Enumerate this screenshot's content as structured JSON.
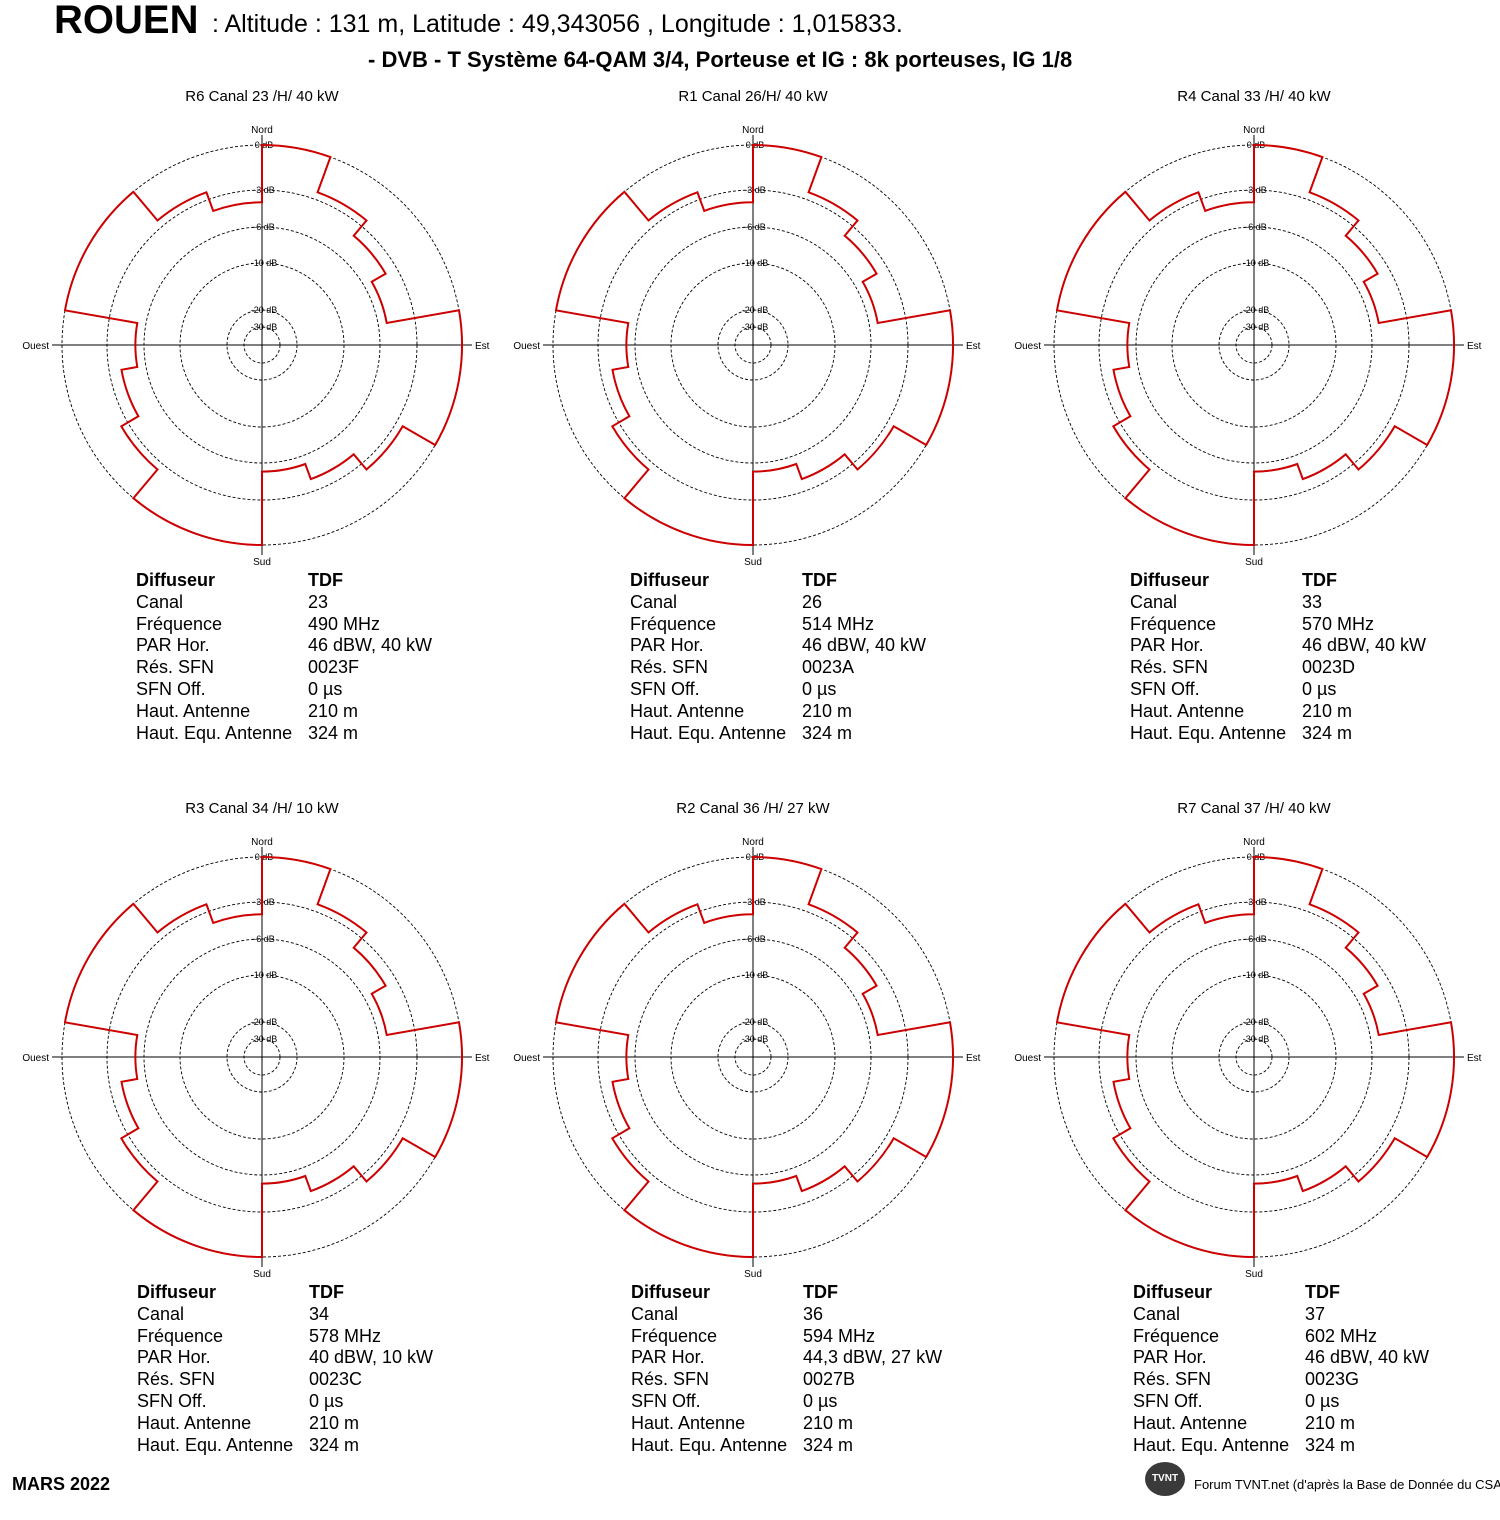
{
  "header": {
    "city": "ROUEN",
    "coords": ": Altitude : 131 m,  Latitude : 49,343056 , Longitude : 1,015833.",
    "system": "- DVB - T    Système 64-QAM 3/4,  Porteuse et IG : 8k porteuses, IG 1/8"
  },
  "polar_labels": {
    "nord": "Nord",
    "sud": "Sud",
    "est": "Est",
    "ouest": "Ouest",
    "rings": [
      "0 dB",
      "-3 dB",
      "-6 dB",
      "-10 dB",
      "-20 dB",
      "-30 dB"
    ]
  },
  "info_labels": [
    "Diffuseur",
    "Canal",
    "Fréquence",
    "PAR Hor.",
    "Rés. SFN",
    "SFN Off.",
    "Haut. Antenne",
    "Haut. Equ. Antenne"
  ],
  "colors": {
    "pattern": "#cc0000",
    "grid": "#000000"
  },
  "panels": [
    {
      "title": "R6  Canal 23 /H/ 40 kW",
      "values": [
        "TDF",
        "23",
        "490 MHz",
        "46 dBW, 40 kW",
        "0023F",
        "0 µs",
        "210 m",
        "324 m"
      ]
    },
    {
      "title": "R1  Canal  26/H/ 40 kW",
      "values": [
        "TDF",
        "26",
        "514 MHz",
        "46 dBW, 40 kW",
        "0023A",
        "0 µs",
        "210 m",
        "324 m"
      ]
    },
    {
      "title": "R4  Canal 33 /H/ 40 kW",
      "values": [
        "TDF",
        "33",
        "570 MHz",
        "46 dBW, 40 kW",
        "0023D",
        "0 µs",
        "210 m",
        "324 m"
      ]
    },
    {
      "title": "R3  Canal 34 /H/ 10 kW",
      "values": [
        "TDF",
        "34",
        "578 MHz",
        "40 dBW, 10 kW",
        "0023C",
        "0 µs",
        "210 m",
        "324 m"
      ]
    },
    {
      "title": "R2  Canal 36 /H/  27 kW",
      "values": [
        "TDF",
        "36",
        "594 MHz",
        "44,3 dBW, 27 kW",
        "0027B",
        "0 µs",
        "210 m",
        "324 m"
      ]
    },
    {
      "title": "R7  Canal 37 /H/ 40 kW",
      "values": [
        "TDF",
        "37",
        "602 MHz",
        "46 dBW, 40 kW",
        "0023G",
        "0 µs",
        "210 m",
        "324 m"
      ]
    }
  ],
  "chart_data": {
    "type": "polar",
    "unit": "dB",
    "rings_db": [
      0,
      -3,
      -6,
      -10,
      -20,
      -30
    ],
    "pattern": {
      "sector_width_deg": 20,
      "sector_start_deg": [
        0,
        20,
        40,
        60,
        80,
        100,
        120,
        140,
        160,
        180,
        200,
        220,
        240,
        260,
        280,
        300,
        320,
        340
      ],
      "attenuation_db": [
        0,
        -2.5,
        -4,
        -5.3,
        0,
        0,
        -2.5,
        -4,
        -5.3,
        0,
        0,
        -2.5,
        -4,
        -5.3,
        0,
        0,
        -2.5,
        -4
      ]
    },
    "note": "Identical antenna pattern for all six multiplexes"
  },
  "footer": {
    "date": "MARS 2022",
    "logo": "TVNT",
    "credit": "Forum TVNT.net (d'après la Base de Donnée du CSA)"
  }
}
